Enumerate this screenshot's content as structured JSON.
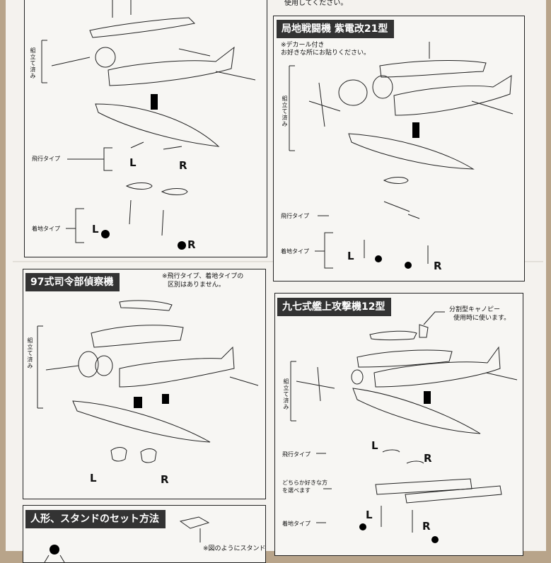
{
  "top_right_note": "使用してください。",
  "panel_top_left": {
    "label_assembled": "組立て済み",
    "label_flight": "飛行タイプ",
    "label_landing": "着地タイプ",
    "flight_left": "L",
    "flight_right": "R",
    "landing_left": "L",
    "landing_right": "R"
  },
  "panel_shiden": {
    "title": "局地戦闘機 紫電改21型",
    "note_line1": "※デカール付き",
    "note_line2": "お好きな所にお貼りください。",
    "label_assembled": "組立て済み",
    "label_flight": "飛行タイプ",
    "label_landing": "着地タイプ",
    "landing_left": "L",
    "landing_right": "R"
  },
  "panel_type97_recon": {
    "title": "97式司令部偵察機",
    "note_line1": "※飛行タイプ、着地タイプの",
    "note_line2": "区別はありません。",
    "label_assembled": "組立て済み",
    "left": "L",
    "right": "R"
  },
  "panel_type97_attack": {
    "title": "九七式艦上攻撃機12型",
    "canopy_note_line1": "分割型キャノピー",
    "canopy_note_line2": "使用時に使います。",
    "label_assembled": "組立て済み",
    "label_flight": "飛行タイプ",
    "label_choose_line1": "どちらか好きな方",
    "label_choose_line2": "を選べます",
    "label_landing": "着地タイプ",
    "flight_left": "L",
    "flight_right": "R",
    "landing_left": "L",
    "landing_right": "R"
  },
  "panel_stand": {
    "title": "人形、スタンドのセット方法",
    "note": "※図のようにスタンド"
  }
}
